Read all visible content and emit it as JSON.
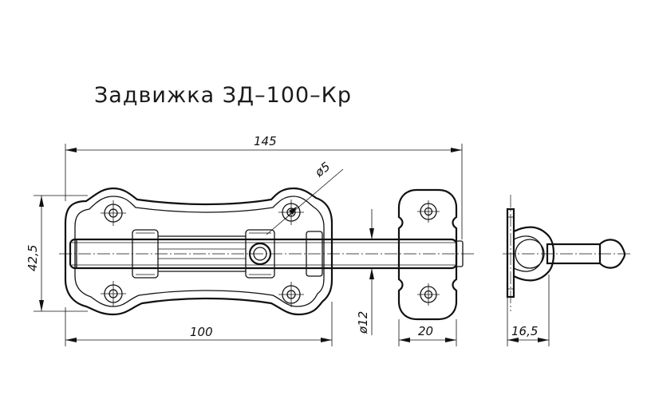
{
  "title": "Задвижка ЗД–100–Кр",
  "dimensions": {
    "overall_length": "145",
    "base_length": "100",
    "height": "42,5",
    "hole_diameter": "ø5",
    "bolt_diameter": "ø12",
    "keeper_width": "20",
    "side_depth": "16,5"
  }
}
